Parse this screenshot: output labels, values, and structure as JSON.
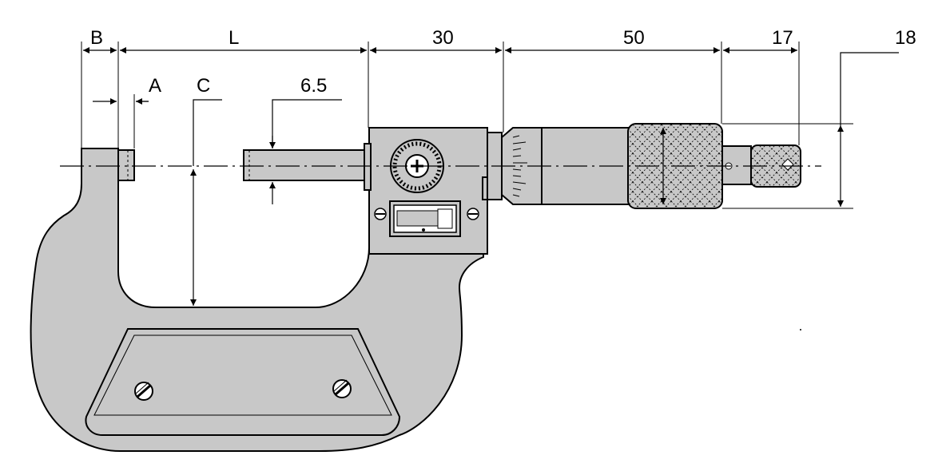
{
  "labels": {
    "B": "B",
    "L": "L",
    "d30": "30",
    "d50": "50",
    "d17": "17",
    "d18": "18",
    "A": "A",
    "C": "C",
    "d6_5": "6.5"
  }
}
